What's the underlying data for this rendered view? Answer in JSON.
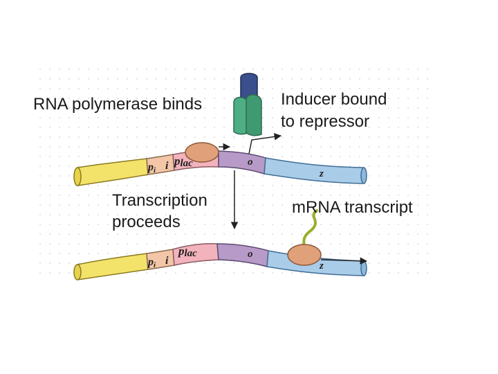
{
  "labels": {
    "rna_polymerase_binds": "RNA polymerase binds",
    "inducer_line1": "Inducer bound",
    "inducer_line2": "to repressor",
    "transcription_line1": "Transcription",
    "transcription_line2": "proceeds",
    "mrna_transcript": "mRNA transcript"
  },
  "gene_regions": {
    "pi": "p",
    "pi_sub": "i",
    "i": "i",
    "plac": "p",
    "plac_sub": "lac",
    "o": "o",
    "z": "z"
  },
  "colors": {
    "i_gene": "#f3e36a",
    "pi": "#f2c6a6",
    "plac": "#f3b3bd",
    "operator": "#b79ac8",
    "z_gene": "#a9cce8",
    "rna_polymerase": "#e0a07a",
    "repressor_top": "#3a4f8c",
    "repressor_bottom": "#3f9a72",
    "mrna": "#9aae2c",
    "background_dots": "#d3d3d3"
  }
}
